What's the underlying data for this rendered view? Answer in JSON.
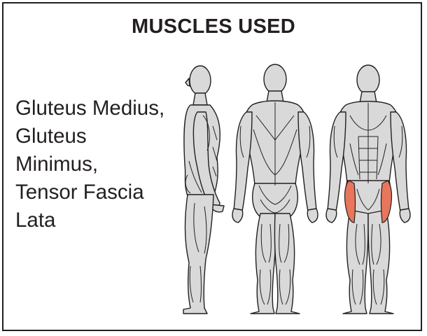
{
  "title": "MUSCLES USED",
  "muscle_lines": [
    "Gluteus Medius,",
    "Gluteus",
    "Minimus,",
    "Tensor Fascia",
    "Lata"
  ],
  "colors": {
    "border": "#231f20",
    "body_fill": "#d9d9d9",
    "body_stroke": "#231f20",
    "highlight": "#e8765c"
  },
  "figures": [
    {
      "view": "side",
      "icon": "side-view-figure"
    },
    {
      "view": "back",
      "icon": "back-view-figure"
    },
    {
      "view": "front",
      "icon": "front-view-figure",
      "highlighted": "tensor-fascia-lata"
    }
  ]
}
